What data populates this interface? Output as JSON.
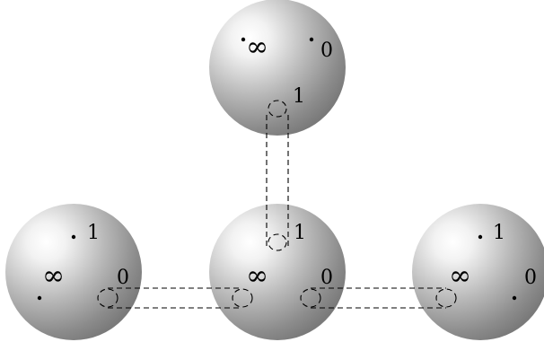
{
  "diagram": {
    "spheres": {
      "top": {
        "label_infinity": "∞",
        "label_zero": "0",
        "label_one": "1"
      },
      "left": {
        "label_one": "1",
        "label_infinity": "∞",
        "label_zero": "0"
      },
      "center": {
        "label_one": "1",
        "label_infinity": "∞",
        "label_zero": "0"
      },
      "right": {
        "label_one": "1",
        "label_infinity": "∞",
        "label_zero": "0"
      }
    }
  }
}
